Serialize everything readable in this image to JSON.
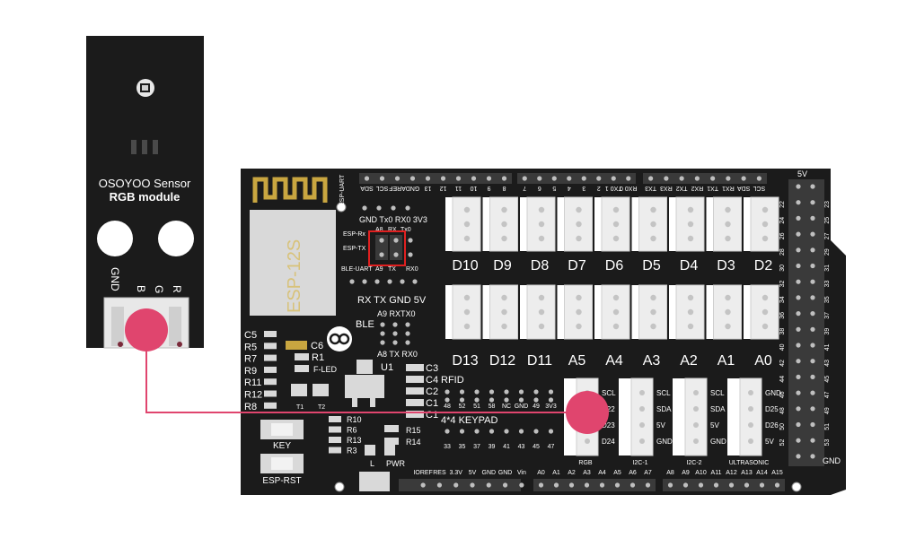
{
  "sensor": {
    "title_line1": "OSOYOO Sensor",
    "title_line2": "RGB module",
    "pins": [
      "GND",
      "B",
      "G",
      "R"
    ]
  },
  "board": {
    "esp_label": "ESP-12S",
    "esp_uart_label": "ESP-UART",
    "esp_uart_pins": "GND Tx0 RX0 3V3",
    "jumper_top": [
      "A8",
      "RX",
      "Tx0"
    ],
    "jumper_bottom": [
      "A9",
      "TX",
      "RX0"
    ],
    "esp_rx": "ESP-Rx",
    "esp_tx": "ESP-TX",
    "ble_uart_label": "BLE-UART",
    "ble_uart_pins": "RX TX GND 5V",
    "ble_label": "BLE",
    "ble_top": "A9 RXTX0",
    "ble_bottom": "A8 TX RX0",
    "top_header_left": [
      "SDA",
      "SCL",
      "AREF",
      "GND",
      "13",
      "12",
      "11",
      "10",
      "9",
      "8"
    ],
    "top_header_mid": [
      "7",
      "6",
      "5",
      "4",
      "3",
      "2",
      "TX0 1",
      "RX0 0"
    ],
    "top_header_right": [
      "TX3",
      "RX3",
      "TX2",
      "RX2",
      "TX1",
      "RX1",
      "SDA",
      "SCL"
    ],
    "digital_row1": [
      "D10",
      "D9",
      "D8",
      "D7",
      "D6",
      "D5",
      "D4",
      "D3",
      "D2"
    ],
    "digital_row2": [
      "D13",
      "D12",
      "D11",
      "A5",
      "A4",
      "A3",
      "A2",
      "A1",
      "A0"
    ],
    "side_pins_left": [
      "22",
      "24",
      "26",
      "28",
      "30",
      "32",
      "34",
      "36",
      "38",
      "40",
      "42",
      "44",
      "46",
      "48",
      "50",
      "52"
    ],
    "side_pins_right": [
      "23",
      "25",
      "27",
      "29",
      "31",
      "33",
      "35",
      "37",
      "39",
      "41",
      "43",
      "45",
      "47",
      "49",
      "51",
      "53"
    ],
    "side_top": "5V",
    "side_bottom": "GND",
    "components_left": [
      "C5",
      "R5",
      "R7",
      "R9",
      "R11",
      "R12",
      "R8"
    ],
    "c6": "C6",
    "r1": "R1",
    "fled": "F-LED",
    "u1": "U1",
    "t1": "T1",
    "t2": "T2",
    "caps": [
      "C3",
      "C4",
      "C2",
      "C1",
      "C1"
    ],
    "rfid_label": "RFID",
    "rfid_pins": [
      "48",
      "52",
      "51",
      "58",
      "NC",
      "GND",
      "49",
      "3V3"
    ],
    "keypad_label": "4*4 KEYPAD",
    "keypad_pins": [
      "33",
      "35",
      "37",
      "39",
      "41",
      "43",
      "45",
      "47"
    ],
    "resistors_mid": [
      "R10",
      "R6",
      "R13",
      "R3"
    ],
    "r15": "R15",
    "r14": "R14",
    "key_label": "KEY",
    "esp_rst_label": "ESP-RST",
    "led_l": "L",
    "led_pwr": "PWR",
    "bottom_power": [
      "IOREF",
      "RES",
      "3.3V",
      "5V",
      "GND",
      "GND",
      "Vin"
    ],
    "bottom_analog1": [
      "A0",
      "A1",
      "A2",
      "A3",
      "A4",
      "A5",
      "A6",
      "A7"
    ],
    "bottom_analog2": [
      "A8",
      "A9",
      "A10",
      "A11",
      "A12",
      "A13",
      "A14",
      "A15"
    ],
    "grove_rgb": {
      "title": "RGB",
      "pins": [
        "SCL",
        "D22",
        "D23",
        "D24"
      ]
    },
    "grove_i2c1": {
      "title": "I2C-1",
      "pins": [
        "SCL",
        "SDA",
        "5V",
        "GND"
      ]
    },
    "grove_i2c2": {
      "title": "I2C-2",
      "pins": [
        "SCL",
        "SDA",
        "5V",
        "GND"
      ]
    },
    "grove_ultra": {
      "title": "ULTRASONIC",
      "pins": [
        "GND",
        "D25",
        "D26",
        "5V"
      ]
    }
  },
  "colors": {
    "board": "#1b1b1b",
    "wire": "#e0456e",
    "highlight": "#e02020",
    "esp_module": "#d9d9d9",
    "antenna": "#c9a640"
  }
}
